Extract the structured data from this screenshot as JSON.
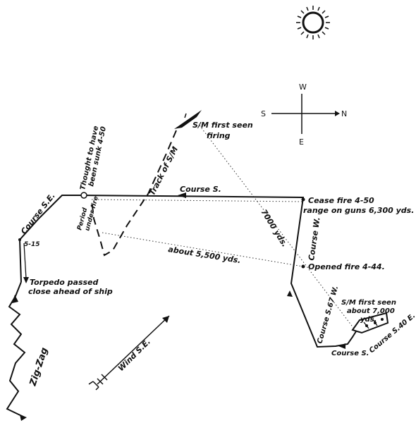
{
  "compass": {
    "north": "N",
    "south": "S",
    "east": "E",
    "west": "W"
  },
  "labels": {
    "sm_first_seen_firing_1": "S/M first seen",
    "sm_first_seen_firing_2": "firing",
    "track_of_sm": "Track of S/M",
    "thought_sunk_1": "Thought to have",
    "thought_sunk_2": "been sunk 4-50",
    "course_s": "Course S.",
    "course_se": "Course S.E.",
    "cease_fire_1": "Cease fire 4-50",
    "cease_fire_2": "range on guns 6,300 yds.",
    "period_under_fire_1": "Period",
    "period_under_fire_2": "under fire",
    "time_515": "5-15",
    "range_7000": "7000 yds.",
    "course_w": "Course W.",
    "about_5500": "about 5,500 yds.",
    "opened_fire": "Opened fire 4-44.",
    "torpedo_1": "Torpedo passed",
    "torpedo_2": "close ahead of ship",
    "sm_first_seen_7000_1": "S/M first seen",
    "sm_first_seen_7000_2": "about 7,000",
    "sm_first_seen_7000_3": "yds.",
    "course_s67w": "Course S.67 W.",
    "course_s_bottom": "Course S.",
    "course_s40e": "Course S.40 E.",
    "zig_zag": "Zig-Zag",
    "wind": "Wind S.E."
  }
}
